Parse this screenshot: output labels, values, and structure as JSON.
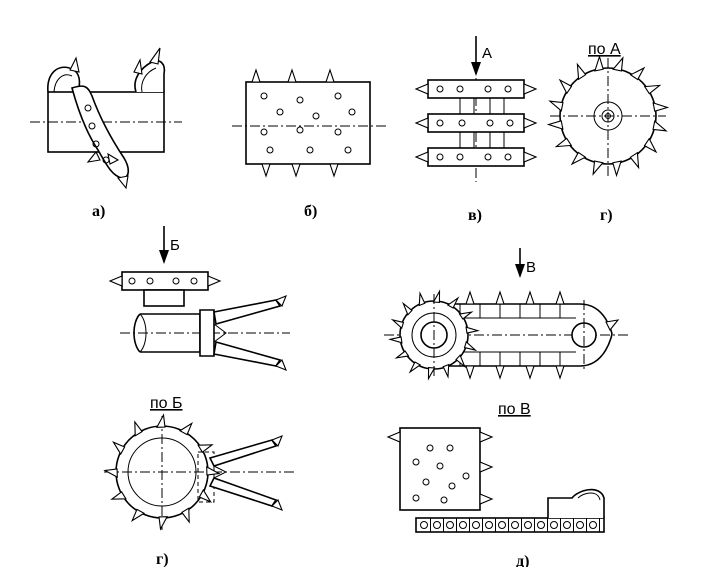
{
  "labels": {
    "a": "а)",
    "b": "б)",
    "v": "в)",
    "g1": "г)",
    "g2": "г)",
    "d": "д)"
  },
  "arrows": {
    "A": "А",
    "B": "Б",
    "V": "В"
  },
  "views": {
    "po_A": "по А",
    "po_B": "по Б",
    "po_V": "по В"
  }
}
